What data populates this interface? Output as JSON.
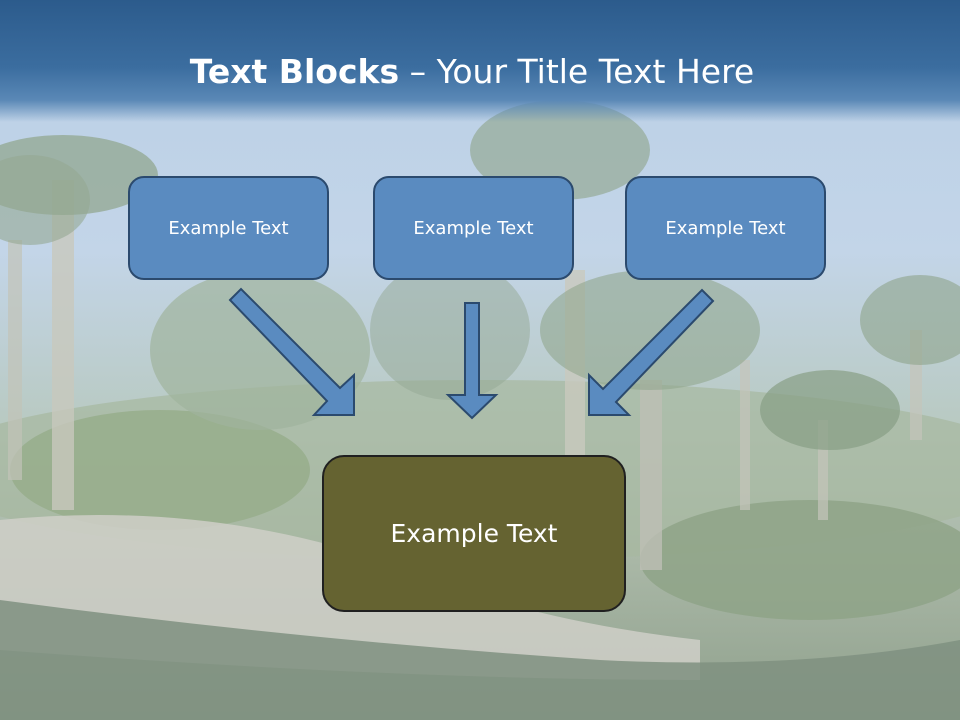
{
  "slide": {
    "title_bold": "Text Blocks",
    "title_dash": " – ",
    "title_rest": "Your Title Text Here"
  },
  "blocks": [
    {
      "label": "Example Text"
    },
    {
      "label": "Example Text"
    },
    {
      "label": "Example Text"
    }
  ],
  "result_block": {
    "label": "Example Text"
  },
  "colors": {
    "header": "#3b6d9f",
    "block_fill": "#5a8bc0",
    "block_border": "#2b4a6e",
    "result_fill": "#656331",
    "arrow_fill": "#5a8bc0"
  }
}
